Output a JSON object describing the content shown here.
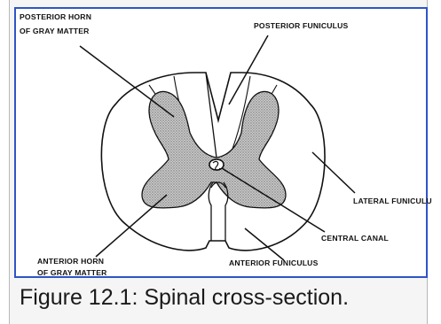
{
  "figure": {
    "caption": "Figure 12.1: Spinal cross-section.",
    "labels": {
      "posterior_horn_line1": "POSTERIOR HORN",
      "posterior_horn_line2": "OF GRAY MATTER",
      "posterior_funiculus": "POSTERIOR FUNICULUS",
      "lateral_funiculus": "LATERAL FUNICULU",
      "central_canal": "CENTRAL CANAL",
      "anterior_horn_line1": "ANTERIOR HORN",
      "anterior_horn_line2": "OF GRAY MATTER",
      "anterior_funiculus": "ANTERIOR FUNICULUS"
    }
  },
  "colors": {
    "border": "#2f55c7",
    "ink": "#111111",
    "gray_matter": "#bdbdbd"
  }
}
